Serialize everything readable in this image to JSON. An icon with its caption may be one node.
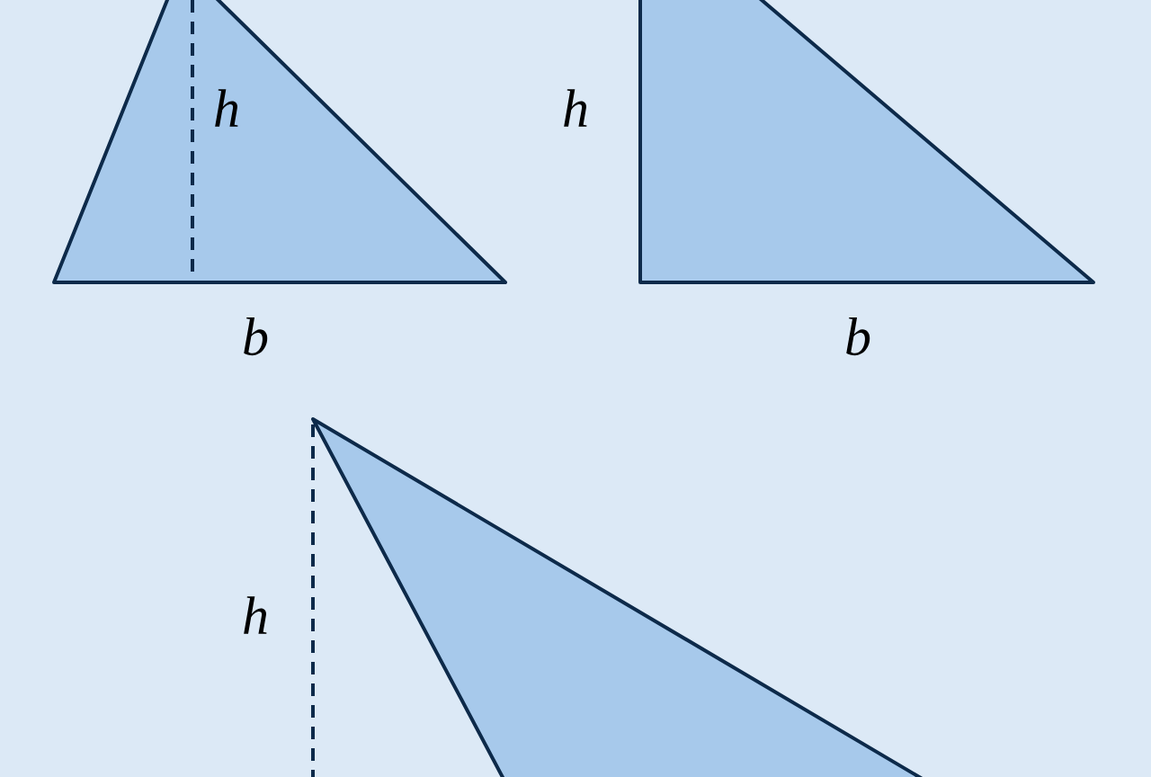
{
  "diagram": {
    "labels": [
      "h",
      "h",
      "b",
      "b",
      "h"
    ]
  }
}
